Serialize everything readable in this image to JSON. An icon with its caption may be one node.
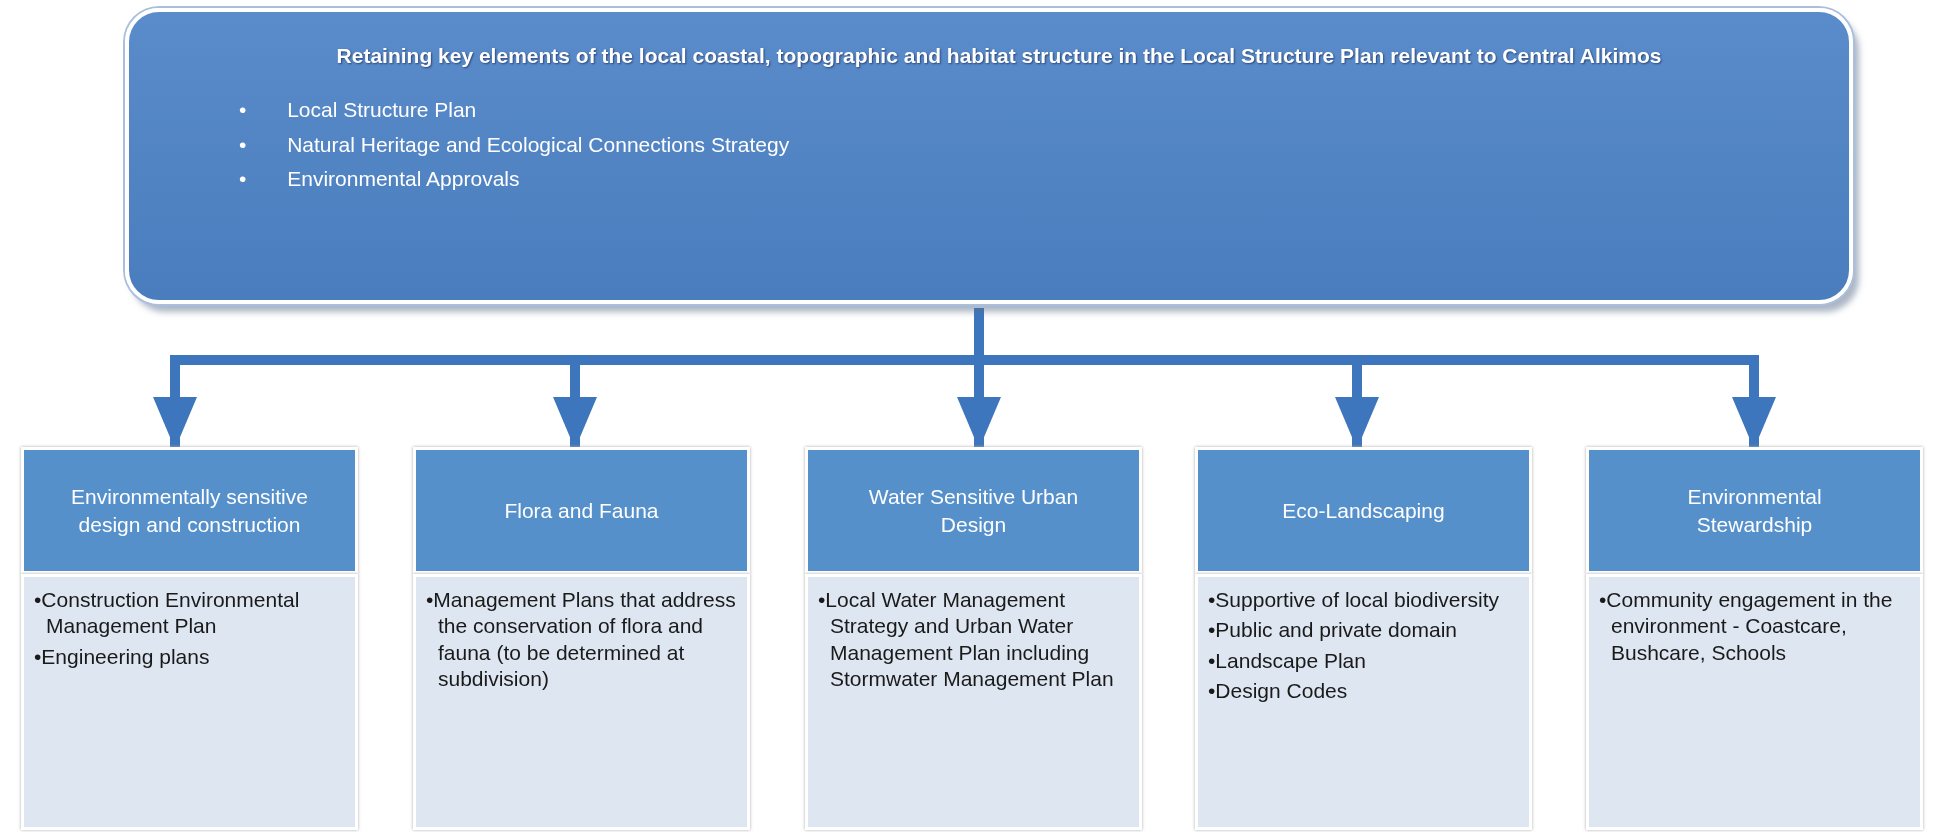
{
  "diagram": {
    "nodes": [
      {
        "text": [
          "Retaining key elements of the local coastal, topographic and habitat structure in the Local Structure Plan relevant to Central Alkimos",
          "•       Local Structure Plan",
          "•       Natural Heritage and Ecological Connections Strategy",
          "•       Environmental Approvals"
        ]
      },
      {
        "text": [
          "Environmentally sensitive design and construction"
        ]
      },
      {
        "text": [
          "•Construction Environmental Management Plan",
          "•Engineering plans"
        ]
      },
      {
        "text": [
          "Flora and Fauna"
        ]
      },
      {
        "text": [
          "•Management Plans that address the conservation of flora and fauna (to be determined at subdivision)"
        ]
      },
      {
        "text": [
          "Water Sensitive Urban Design"
        ]
      },
      {
        "text": [
          "•Local Water Management Strategy and Urban Water Management Plan  including Stormwater Management Plan"
        ]
      },
      {
        "text": [
          "Eco-Landscaping"
        ]
      },
      {
        "text": [
          "•Supportive of local biodiversity",
          "•Public and private domain",
          "•Landscape Plan",
          "•Design Codes"
        ]
      },
      {
        "text": [
          "Environmental Stewardship"
        ]
      },
      {
        "text": [
          "•Community engagement in the environment - Coastcare, Bushcare, Schools"
        ]
      }
    ],
    "edges": [
      {
        "from": 0,
        "to": 1,
        "arrow": "to"
      },
      {
        "from": 0,
        "to": 3,
        "arrow": "to"
      },
      {
        "from": 0,
        "to": 5,
        "arrow": "to"
      },
      {
        "from": 0,
        "to": 7,
        "arrow": "to"
      },
      {
        "from": 0,
        "to": 9,
        "arrow": "to"
      }
    ]
  }
}
